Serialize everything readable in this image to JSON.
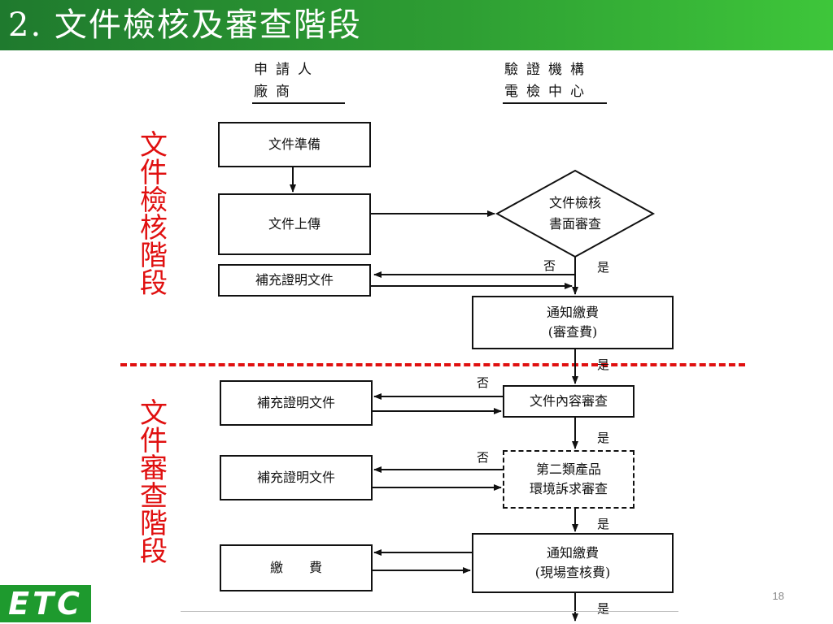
{
  "title": "2. 文件檢核及審查階段",
  "headers": {
    "left_line1": "申請人",
    "left_line2": "廠商",
    "right_line1": "驗證機構",
    "right_line2": "電檢中心"
  },
  "phases": {
    "phase1": "文件檢核階段",
    "phase2": "文件審查階段"
  },
  "nodes": {
    "doc_prep": "文件準備",
    "doc_upload": "文件上傳",
    "doc_check_line1": "文件檢核",
    "doc_check_line2": "書面審查",
    "supplement1": "補充證明文件",
    "notify_fee1_line1": "通知繳費",
    "notify_fee1_line2": "(審查費)",
    "supplement2": "補充證明文件",
    "content_review": "文件內容審查",
    "supplement3": "補充證明文件",
    "class2_line1": "第二類產品",
    "class2_line2": "環境訴求審查",
    "pay_fee": "繳　　費",
    "notify_fee2_line1": "通知繳費",
    "notify_fee2_line2": "(現場查核費)"
  },
  "decisions": {
    "no1": "否",
    "yes1": "是",
    "yes2": "是",
    "no2": "否",
    "yes3": "是",
    "no3": "否",
    "yes4": "是",
    "yes5": "是"
  },
  "page_number": "18",
  "logo": "ETC"
}
